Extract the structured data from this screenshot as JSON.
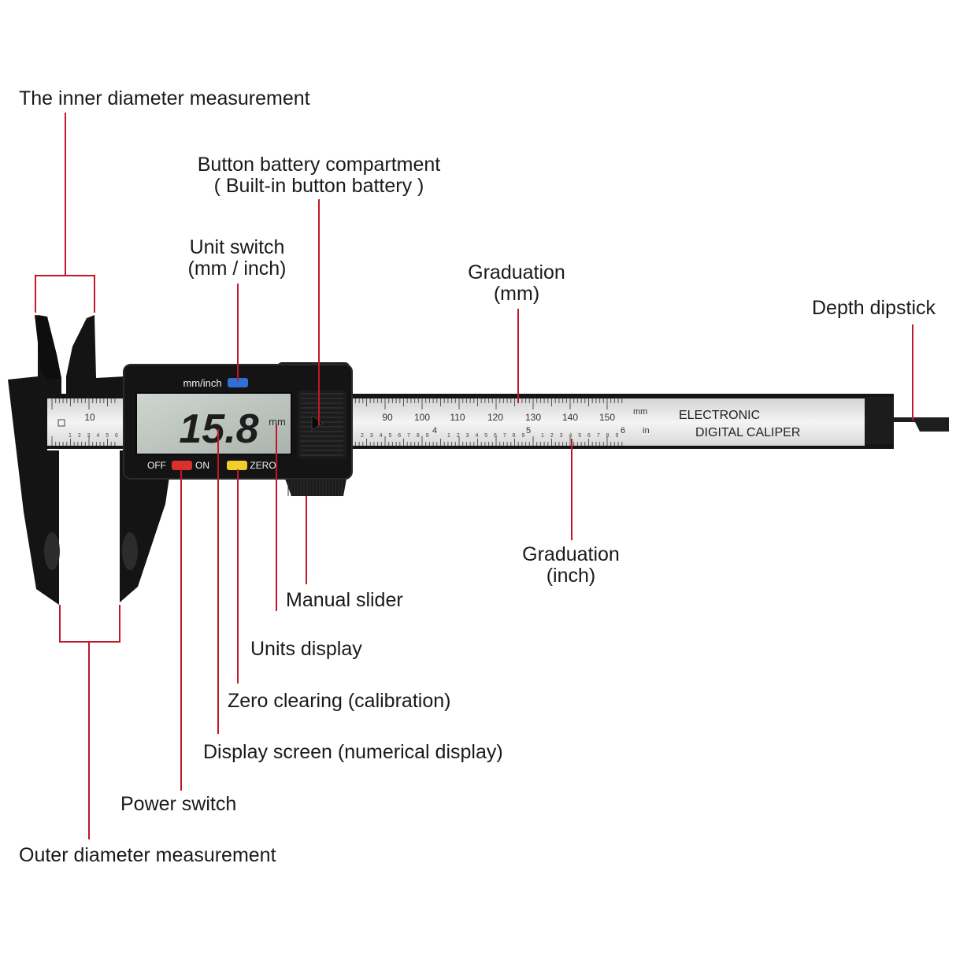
{
  "labels": {
    "inner_diameter": "The inner diameter measurement",
    "battery_line1": "Button battery compartment",
    "battery_line2": "( Built-in button battery )",
    "unit_switch_line1": "Unit switch",
    "unit_switch_line2": "(mm / inch)",
    "graduation_mm_line1": "Graduation",
    "graduation_mm_line2": "(mm)",
    "depth_dipstick": "Depth dipstick",
    "graduation_inch_line1": "Graduation",
    "graduation_inch_line2": "(inch)",
    "manual_slider": "Manual slider",
    "units_display": "Units display",
    "zero_clearing": "Zero clearing (calibration)",
    "display_screen": "Display screen (numerical display)",
    "power_switch": "Power switch",
    "outer_diameter": "Outer diameter measurement"
  },
  "device": {
    "mode_label": "mm/inch",
    "reading": "15.8",
    "reading_unit": "mm",
    "off_label": "OFF",
    "on_label": "ON",
    "zero_label": "ZERO",
    "brand_line1": "ELECTRONIC",
    "brand_line2": "DIGITAL CALIPER",
    "scale_mm_unit": "mm",
    "scale_in_unit": "in",
    "mm_scale_values": [
      "10",
      "90",
      "100",
      "110",
      "120",
      "130",
      "140",
      "150"
    ],
    "inch_major_values": [
      "4",
      "5",
      "6"
    ],
    "inch_minor_values": [
      "1",
      "2",
      "3",
      "4",
      "5",
      "6",
      "7",
      "8",
      "9"
    ],
    "button_colors": {
      "unit": "#2f6fd6",
      "power": "#d8322a",
      "zero": "#f1cf2a"
    },
    "body_color": "#141414",
    "scale_color": "#e9e9e9"
  }
}
